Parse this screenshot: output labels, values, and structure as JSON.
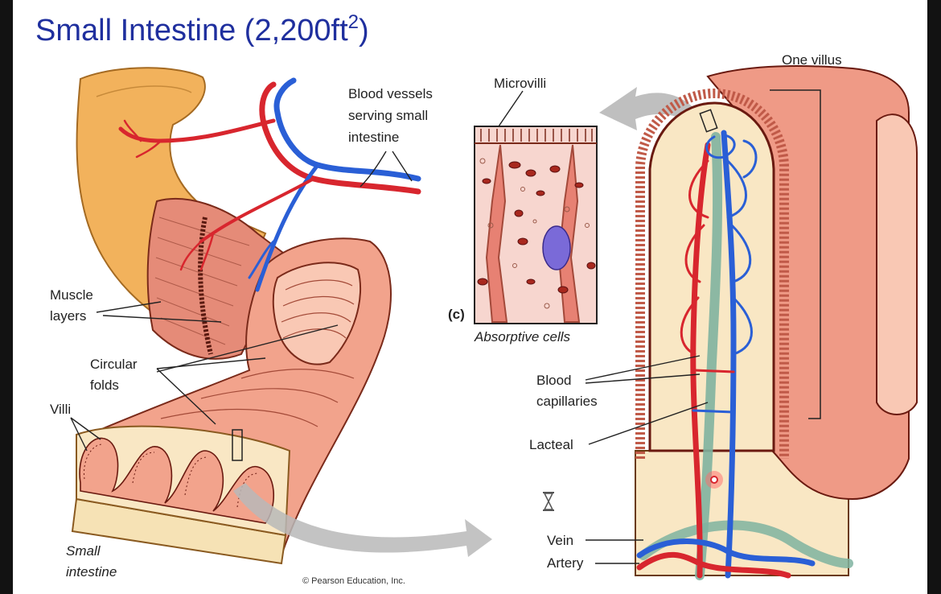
{
  "title": {
    "text": "Small Intestine (2,200ft",
    "superscript": "2",
    "close": ")"
  },
  "labels": {
    "blood_vessels": [
      "Blood vessels",
      "serving small",
      "intestine"
    ],
    "muscle_layers": [
      "Muscle",
      "layers"
    ],
    "circular_folds": [
      "Circular",
      "folds"
    ],
    "villi": "Villi",
    "small_intestine": [
      "Small",
      "intestine"
    ],
    "copyright": "© Pearson Education, Inc.",
    "microvilli": "Microvilli",
    "panel_c": "(c)",
    "absorptive_cells": "Absorptive cells",
    "one_villus": "One villus",
    "blood_capillaries": [
      "Blood",
      "capillaries"
    ],
    "lacteal": "Lacteal",
    "vein": "Vein",
    "artery": "Artery"
  },
  "colors": {
    "title": "#1f2f9e",
    "artery": "#d8262e",
    "vein": "#2a5fd6",
    "lacteal": "#7fb3a0",
    "tissue": "#ef9a86",
    "outer_wall": "#f2b25c",
    "submucosa": "#f6e2b5",
    "nucleus": "#7a6ad8"
  }
}
